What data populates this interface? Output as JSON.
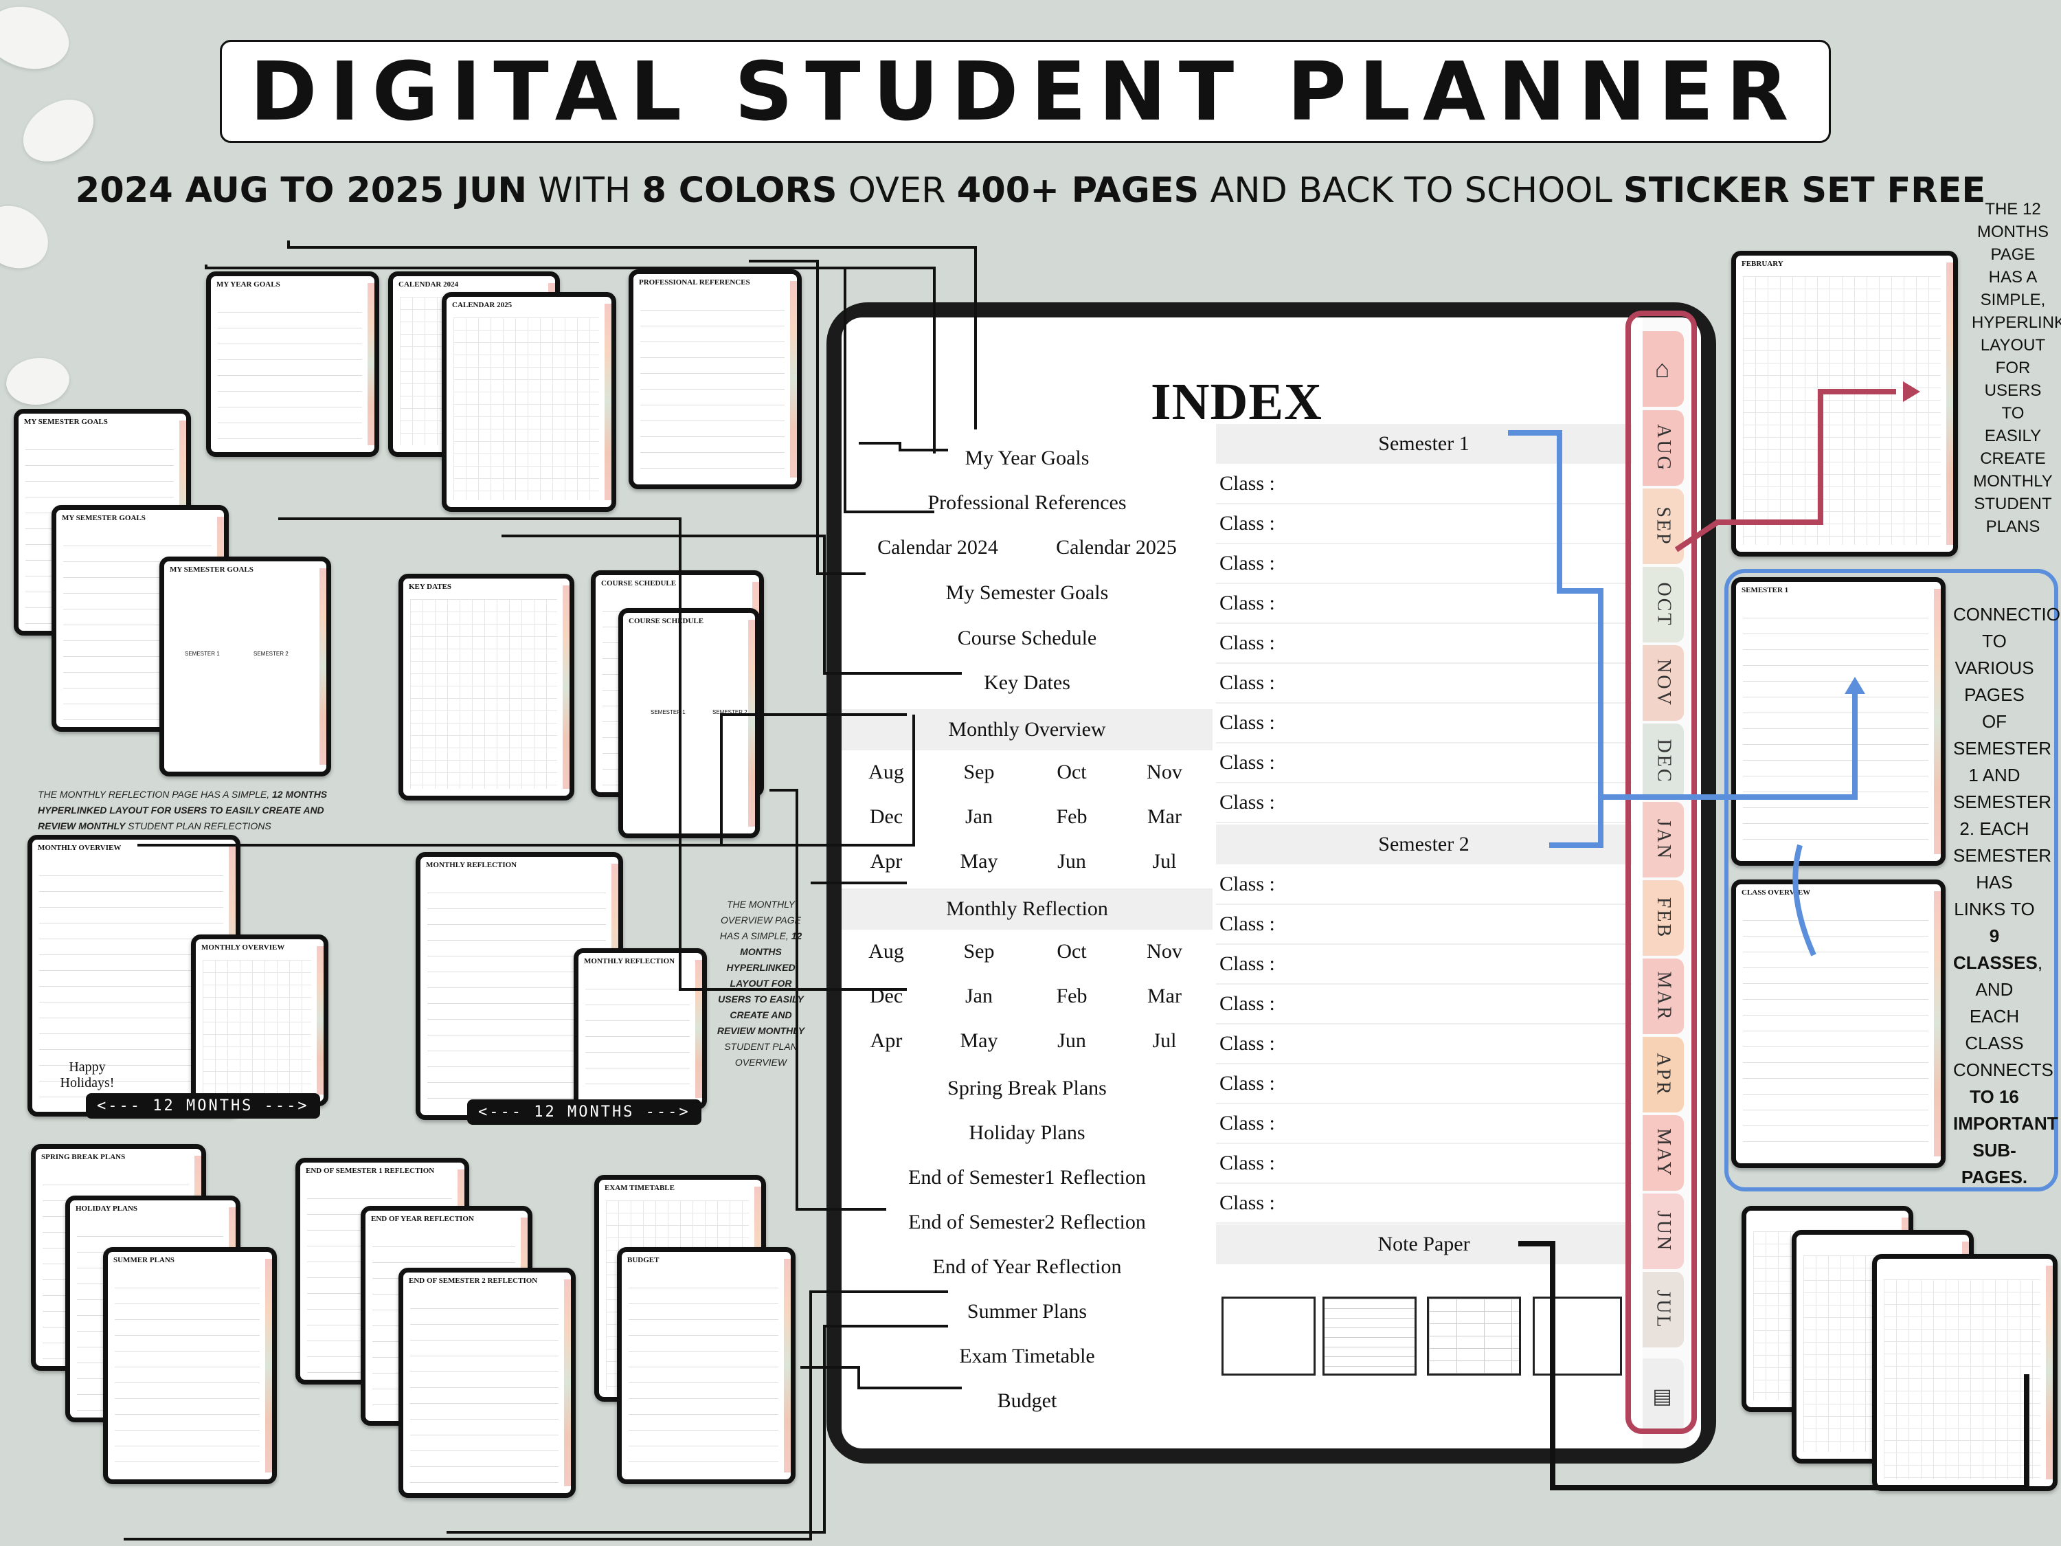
{
  "header": {
    "title": "DIGITAL STUDENT PLANNER",
    "subtitle_parts": [
      {
        "text": "2024 AUG TO 2025 JUN",
        "bold": true
      },
      {
        "text": " WITH ",
        "bold": false
      },
      {
        "text": "8 COLORS",
        "bold": true
      },
      {
        "text": " OVER ",
        "bold": false
      },
      {
        "text": "400+ PAGES",
        "bold": true
      },
      {
        "text": " AND BACK TO SCHOOL ",
        "bold": false
      },
      {
        "text": "STICKER SET FREE",
        "bold": true
      }
    ]
  },
  "index": {
    "title": "INDEX",
    "links": [
      "My Year Goals",
      "Professional References",
      "Calendar 2024",
      "Calendar 2025",
      "My Semester Goals",
      "Course Schedule",
      "Key Dates",
      "Monthly Overview",
      "Monthly Reflection",
      "Spring Break Plans",
      "Holiday Plans",
      "End of Semester1 Reflection",
      "End of Semester2 Reflection",
      "End of Year Reflection",
      "Summer Plans",
      "Exam Timetable",
      "Budget"
    ],
    "months": [
      "Aug",
      "Sep",
      "Oct",
      "Nov",
      "Dec",
      "Jan",
      "Feb",
      "Mar",
      "Apr",
      "May",
      "Jun",
      "Jul"
    ],
    "semester1": "Semester 1",
    "semester2": "Semester 2",
    "class_label": "Class :",
    "note_paper": "Note Paper",
    "side_tabs": [
      "AUG",
      "SEP",
      "OCT",
      "NOV",
      "DEC",
      "JAN",
      "FEB",
      "MAR",
      "APR",
      "MAY",
      "JUN",
      "JUL"
    ],
    "tab_colors": [
      "#f6c4bf",
      "#f8d9c6",
      "#e3e9df",
      "#f3d4c8",
      "#dfe6e0",
      "#f6ccc6",
      "#f9d6c2",
      "#f6c8c3",
      "#f8d2b4",
      "#f7c7c1",
      "#f6d3d0",
      "#e9e2dc"
    ]
  },
  "thumbs": {
    "year_goals": "MY YEAR GOALS",
    "calendar_2024": "CALENDAR 2024",
    "calendar_2025": "CALENDAR 2025",
    "prof_refs": "PROFESSIONAL REFERENCES",
    "semester_goals": "MY SEMESTER GOALS",
    "key_dates": "KEY DATES",
    "course_schedule": "COURSE SCHEDULE",
    "semester_1_btn": "SEMESTER 1",
    "semester_2_btn": "SEMESTER 2",
    "monthly_overview": "MONTHLY OVERVIEW",
    "monthly_reflection": "MONTHLY REFLECTION",
    "happy_holidays": "Happy Holidays!",
    "spring_break": "SPRING BREAK PLANS",
    "holiday_plans": "HOLIDAY PLANS",
    "summer_plans": "SUMMER PLANS",
    "end_sem1": "END OF SEMESTER 1 REFLECTION",
    "end_year": "END OF YEAR REFLECTION",
    "end_sem2": "END OF SEMESTER 2 REFLECTION",
    "exam_timetable": "EXAM TIMETABLE",
    "budget": "BUDGET",
    "february": "FEBRUARY",
    "semester_1_page": "SEMESTER 1",
    "class_overview": "CLASS OVERVIEW",
    "months_pill": "<--- 12 MONTHS --->"
  },
  "notes": {
    "monthly_reflection_note": [
      {
        "text": "THE MONTHLY REFLECTION PAGE HAS A SIMPLE, ",
        "bold": false
      },
      {
        "text": "12 MONTHS HYPERLINKED LAYOUT FOR USERS TO EASILY CREATE AND REVIEW MONTHLY",
        "bold": true
      },
      {
        "text": " STUDENT PLAN REFLECTIONS",
        "bold": false
      }
    ],
    "monthly_overview_note": [
      {
        "text": "THE MONTHLY OVERVIEW PAGE HAS A SIMPLE, ",
        "bold": false
      },
      {
        "text": "12 MONTHS HYPERLINKED LAYOUT FOR USERS TO EASILY CREATE AND REVIEW MONTHLY",
        "bold": true
      },
      {
        "text": " STUDENT PLAN OVERVIEW",
        "bold": false
      }
    ],
    "twelve_months_note": "THE 12 MONTHS PAGE HAS A SIMPLE, HYPERLINKED LAYOUT FOR USERS TO EASILY CREATE MONTHLY STUDENT PLANS",
    "connections_note_parts": [
      {
        "text": "CONNECTIONS TO VARIOUS PAGES OF SEMESTER 1 AND SEMESTER 2. EACH SEMESTER HAS LINKS TO ",
        "bold": false
      },
      {
        "text": "9 CLASSES",
        "bold": true
      },
      {
        "text": ", AND EACH CLASS CONNECTS ",
        "bold": false
      },
      {
        "text": "TO 16 IMPORTANT SUB-PAGES.",
        "bold": true
      }
    ]
  },
  "colors": {
    "blue_accent": "#5b8edb",
    "red_accent": "#b2435a",
    "semester_header_bg": "#efefef"
  }
}
